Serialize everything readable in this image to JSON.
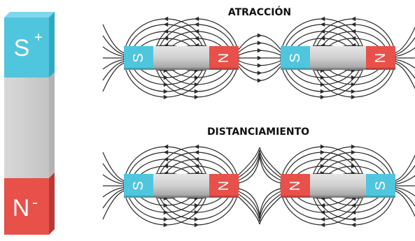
{
  "vertical_magnet": {
    "top_label": "S",
    "top_sign": "+",
    "bottom_label": "N",
    "bottom_sign": "-"
  },
  "sections": [
    {
      "title": "ATRACCIÓN",
      "magnets": [
        {
          "left_pole": "S",
          "right_pole": "N"
        },
        {
          "left_pole": "S",
          "right_pole": "N"
        }
      ]
    },
    {
      "title": "DISTANCIAMIENTO",
      "magnets": [
        {
          "left_pole": "S",
          "right_pole": "N"
        },
        {
          "left_pole": "N",
          "right_pole": "S"
        }
      ]
    }
  ],
  "colors": {
    "south": "#4fc6dd",
    "north": "#e8504a",
    "body": "#cfcfcf",
    "field_line": "#2a2a2a"
  }
}
